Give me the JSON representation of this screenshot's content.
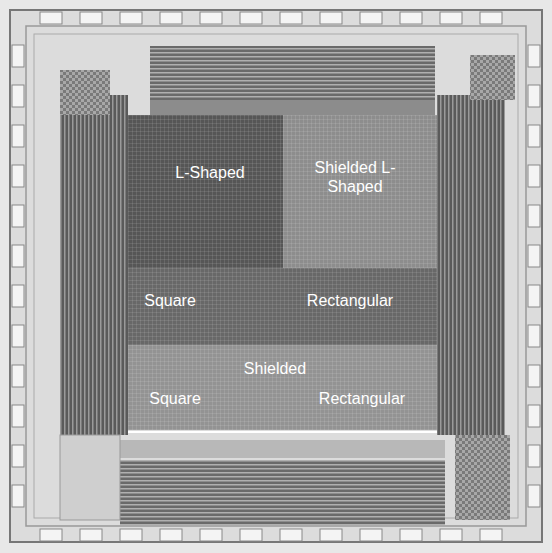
{
  "diagram": {
    "nodes": [
      {
        "text": [
          "L-Shaped"
        ]
      },
      {
        "text": [
          "Shielded L-Shaped"
        ]
      },
      {
        "text": [
          "Square",
          "Rectangular"
        ]
      },
      {
        "text": [
          "Shielded",
          "Square",
          "Rectangular"
        ]
      }
    ]
  }
}
